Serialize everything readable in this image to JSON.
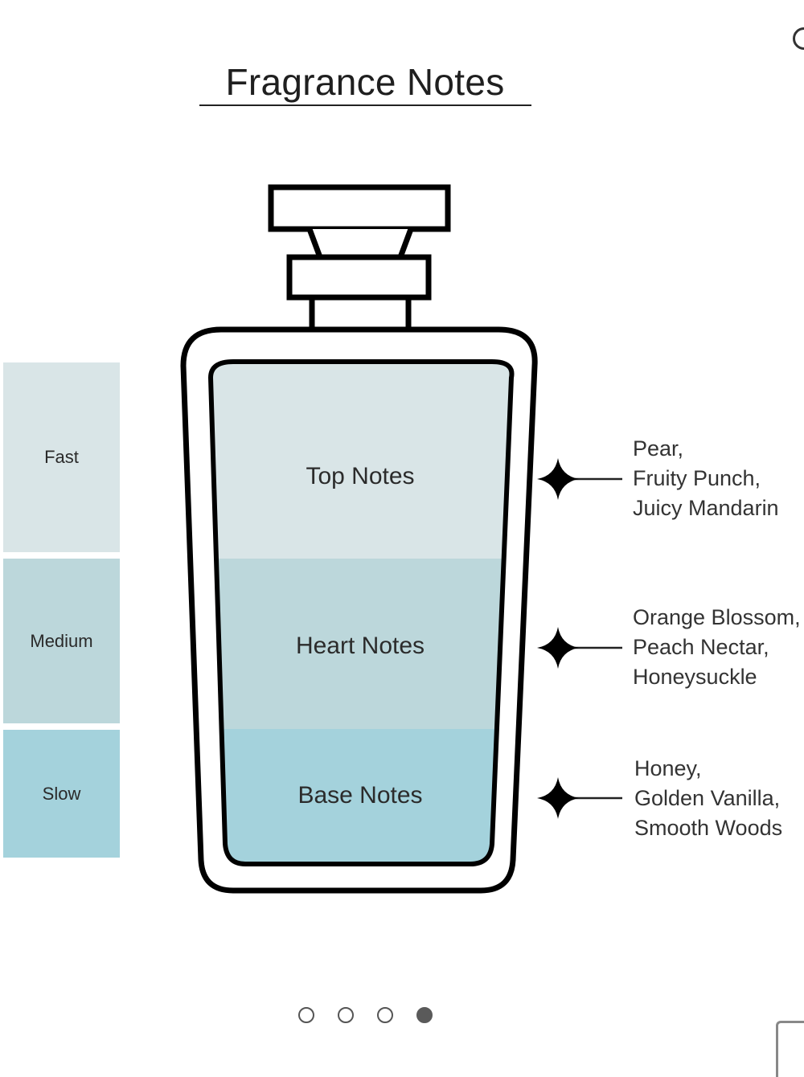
{
  "title": "Fragrance Notes",
  "speed_scale": [
    {
      "label": "Fast",
      "color": "#d9e5e7"
    },
    {
      "label": "Medium",
      "color": "#bcd7db"
    },
    {
      "label": "Slow",
      "color": "#a4d2dc"
    }
  ],
  "layers": [
    {
      "label": "Top Notes",
      "color": "#d9e5e7",
      "notes": [
        "Pear,",
        "Fruity Punch,",
        "Juicy Mandarin"
      ]
    },
    {
      "label": "Heart Notes",
      "color": "#bcd7db",
      "notes": [
        "Orange Blossom,",
        "Peach Nectar,",
        "Honeysuckle"
      ]
    },
    {
      "label": "Base Notes",
      "color": "#a4d2dc",
      "notes": [
        "Honey,",
        "Golden Vanilla,",
        "Smooth Woods"
      ]
    }
  ],
  "carousel": {
    "count": 4,
    "active_index": 3
  },
  "icons": {
    "star": "four-point-star-icon",
    "corner": "search-icon"
  }
}
